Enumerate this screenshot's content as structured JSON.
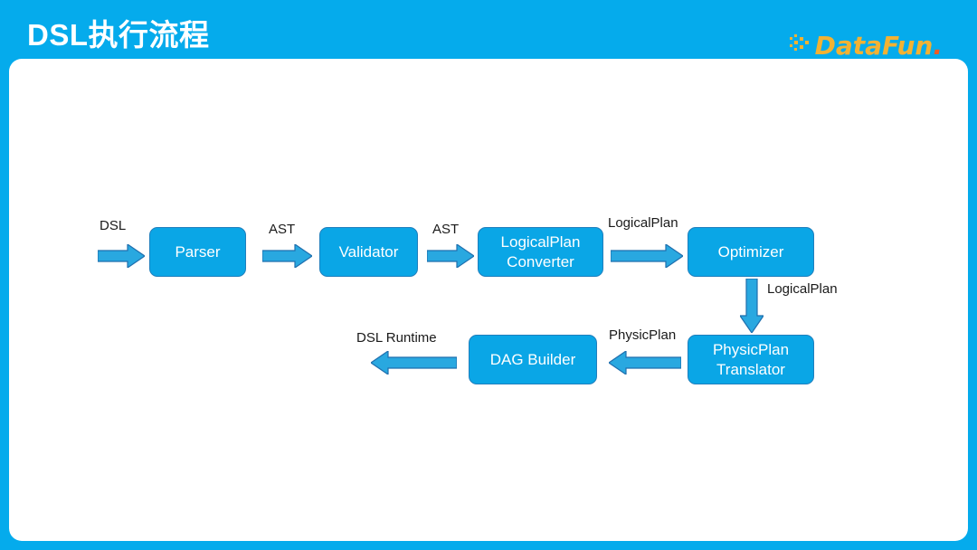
{
  "slide": {
    "title": "DSL执行流程",
    "header_color": "#05abec",
    "card_color": "#ffffff"
  },
  "logo": {
    "name": "datafun-logo",
    "part1": "DataFun",
    "part2": ".",
    "part1_color": "#f2b233",
    "part2_color": "#ef5b24",
    "dots_icon": "dotted-squares-icon"
  },
  "diagram": {
    "type": "flowchart",
    "node_fill": "#0aa6e6",
    "node_border": "#1f7fbd",
    "arrow_fill": "#29a8e0",
    "arrow_border": "#1f6fae",
    "nodes": [
      {
        "id": "parser",
        "label": "Parser",
        "line1": "Parser",
        "line2": ""
      },
      {
        "id": "validator",
        "label": "Validator",
        "line1": "Validator",
        "line2": ""
      },
      {
        "id": "converter",
        "label": "LogicalPlan Converter",
        "line1": "LogicalPlan",
        "line2": "Converter"
      },
      {
        "id": "optimizer",
        "label": "Optimizer",
        "line1": "Optimizer",
        "line2": ""
      },
      {
        "id": "translator",
        "label": "PhysicPlan Translator",
        "line1": "PhysicPlan",
        "line2": "Translator"
      },
      {
        "id": "dag-builder",
        "label": "DAG Builder",
        "line1": "DAG Builder",
        "line2": ""
      }
    ],
    "edges": [
      {
        "id": "e1",
        "label": "DSL",
        "from": "",
        "to": "parser",
        "direction": "right"
      },
      {
        "id": "e2",
        "label": "AST",
        "from": "parser",
        "to": "validator",
        "direction": "right"
      },
      {
        "id": "e3",
        "label": "AST",
        "from": "validator",
        "to": "converter",
        "direction": "right"
      },
      {
        "id": "e4",
        "label": "LogicalPlan",
        "from": "converter",
        "to": "optimizer",
        "direction": "right"
      },
      {
        "id": "e5",
        "label": "LogicalPlan",
        "from": "optimizer",
        "to": "translator",
        "direction": "down"
      },
      {
        "id": "e6",
        "label": "PhysicPlan",
        "from": "translator",
        "to": "dag-builder",
        "direction": "left"
      },
      {
        "id": "e7",
        "label": "DSL Runtime",
        "from": "dag-builder",
        "to": "",
        "direction": "left"
      }
    ]
  }
}
